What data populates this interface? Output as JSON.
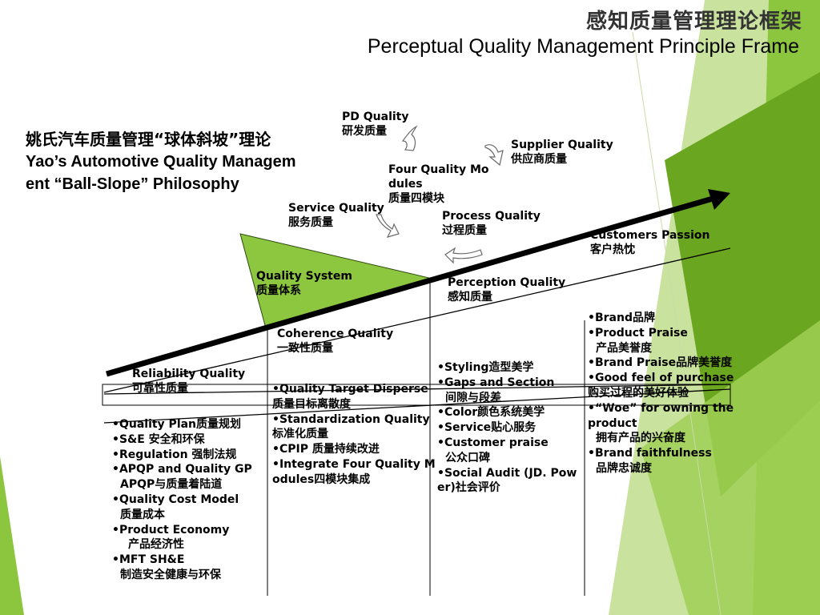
{
  "title": {
    "cn": "感知质量管理理论框架",
    "en": "Perceptual Quality Management Principle Frame"
  },
  "philosophy": {
    "cn": "姚氏汽车质量管理“球体斜坡”理论",
    "en_line1": "Yao’s Automotive Quality Managem",
    "en_line2": "ent  “Ball-Slope” Philosophy"
  },
  "cycle": {
    "pd": {
      "en": "PD Quality",
      "cn": "研发质量"
    },
    "supplier": {
      "en": "Supplier Quality",
      "cn": "供应商质量"
    },
    "four_modules": {
      "en1": "Four Quality Mo",
      "en2": "dules",
      "cn": "质量四模块"
    },
    "service": {
      "en": "Service Quality",
      "cn": "服务质量"
    },
    "process": {
      "en": "Process Quality",
      "cn": "过程质量"
    }
  },
  "customers_passion": {
    "en": "Customers Passion",
    "cn": "客户热忱"
  },
  "quality_system": {
    "en": "Quality System",
    "cn": "质量体系"
  },
  "perception_quality": {
    "en": "Perception Quality",
    "cn": "感知质量"
  },
  "coherence_quality": {
    "en": "Coherence Quality",
    "cn": "一致性质量"
  },
  "reliability_quality": {
    "en": "Reliability Quality",
    "cn": "可靠性质量"
  },
  "columns": {
    "reliability": [
      {
        "text": "•Quality Plan质量规划"
      },
      {
        "text": "•S&E 安全和环保"
      },
      {
        "text": "•Regulation 强制法规"
      },
      {
        "text": "•APQP and Quality GP"
      },
      {
        "text": "APQP与质量着陆道",
        "indent": 1
      },
      {
        "text": "•Quality Cost Model"
      },
      {
        "text": "质量成本",
        "indent": 1
      },
      {
        "text": "•Product Economy"
      },
      {
        "text": "产品经济性",
        "indent": 2
      },
      {
        "text": "•MFT SH&E"
      },
      {
        "text": "制造安全健康与环保",
        "indent": 1
      }
    ],
    "coherence": [
      {
        "text": "•Quality Target Disperse"
      },
      {
        "text": "质量目标离散度"
      },
      {
        "text": "•Standardization Quality"
      },
      {
        "text": "标准化质量"
      },
      {
        "text": "•CPIP 质量持续改进"
      },
      {
        "text": "•Integrate Four Quality M"
      },
      {
        "text": "odules四模块集成"
      }
    ],
    "perception": [
      {
        "text": "•Styling造型美学"
      },
      {
        "text": "•Gaps and Section"
      },
      {
        "text": "间隙与段差",
        "indent": 1
      },
      {
        "text": "•Color颜色系统美学"
      },
      {
        "text": "•Service贴心服务"
      },
      {
        "text": "•Customer praise"
      },
      {
        "text": "公众口碑",
        "indent": 1
      },
      {
        "text": "•Social Audit (JD. Pow"
      },
      {
        "text": "er)社会评价"
      }
    ],
    "passion": [
      {
        "text": "•Brand品牌"
      },
      {
        "text": "•Product Praise"
      },
      {
        "text": "产品美誉度",
        "indent": 1
      },
      {
        "text": "•Brand Praise品牌美誉度"
      },
      {
        "text": "•Good feel of purchase"
      },
      {
        "text": "购买过程的美好体验"
      },
      {
        "text": "•“Woe” for owning  the"
      },
      {
        "text": "product"
      },
      {
        "text": "拥有产品的兴奋度",
        "indent": 1
      },
      {
        "text": "•Brand faithfulness"
      },
      {
        "text": "品牌忠诚度",
        "indent": 1
      }
    ]
  },
  "colors": {
    "green_dark": "#6aa61f",
    "green_mid": "#8cc63f",
    "green_light": "#c7e29a",
    "triangle": "#8dc63f",
    "arrow": "#000000"
  }
}
